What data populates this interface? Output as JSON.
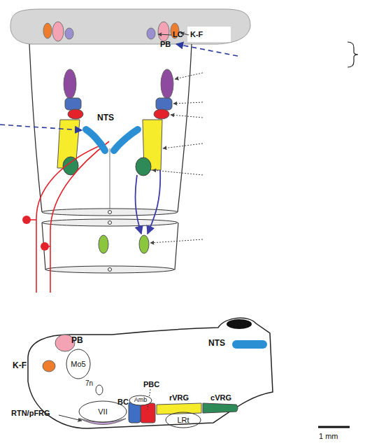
{
  "diagram": {
    "nodes": [
      {
        "text": [
          "NTS"
        ]
      },
      {
        "text": [
          "PB"
        ]
      },
      {
        "text": [
          "NTS"
        ]
      },
      {
        "text": [
          "K-F"
        ]
      },
      {
        "text": [
          "Mo5"
        ]
      },
      {
        "text": [
          "BC"
        ]
      },
      {
        "text": [
          "Amb"
        ]
      },
      {
        "text": [
          "rVRG"
        ]
      },
      {
        "text": [
          "cVRG"
        ]
      },
      {
        "text": [
          "VII"
        ]
      },
      {
        "text": [
          "LRt"
        ]
      }
    ],
    "labels": [
      "LC",
      "K-F",
      "PB",
      "7n",
      "PBC",
      "RTN/pFRG",
      "1 mm"
    ]
  }
}
